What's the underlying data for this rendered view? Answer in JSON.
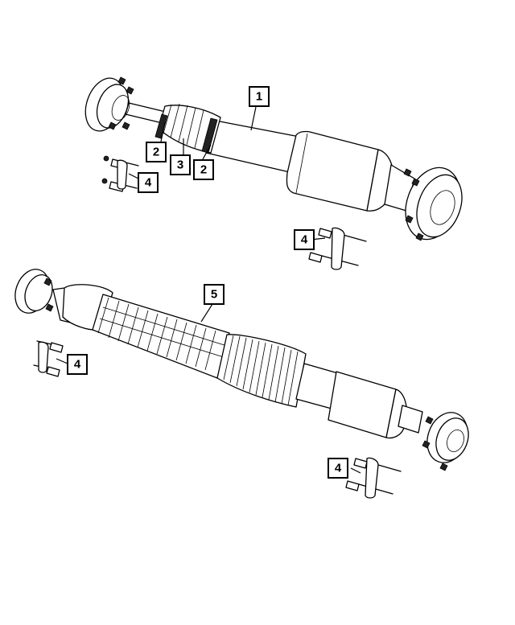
{
  "callouts": [
    {
      "id": "c1",
      "label": "1"
    },
    {
      "id": "c2a",
      "label": "2"
    },
    {
      "id": "c3",
      "label": "3"
    },
    {
      "id": "c2b",
      "label": "2"
    },
    {
      "id": "c4a",
      "label": "4"
    },
    {
      "id": "c4b",
      "label": "4"
    },
    {
      "id": "c5",
      "label": "5"
    },
    {
      "id": "c4c",
      "label": "4"
    },
    {
      "id": "c4d",
      "label": "4"
    }
  ]
}
